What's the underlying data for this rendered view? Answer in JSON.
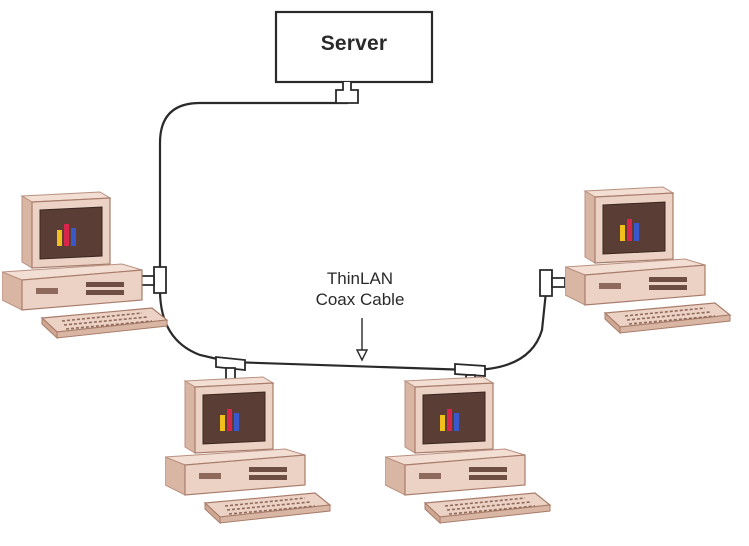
{
  "server": {
    "label": "Server"
  },
  "cable": {
    "label_line1": "ThinLAN",
    "label_line2": "Coax Cable"
  },
  "workstations": [
    {
      "name": "workstation-left"
    },
    {
      "name": "workstation-bottom-left"
    },
    {
      "name": "workstation-bottom-right"
    },
    {
      "name": "workstation-right"
    }
  ],
  "colors": {
    "cable": "#2a2a2a",
    "case": "#e9cfc1",
    "case_shade": "#cfa792",
    "screen": "#5a3d34",
    "bar_red": "#d8264b",
    "bar_yellow": "#f2c01b",
    "bar_blue": "#3a58c9"
  }
}
